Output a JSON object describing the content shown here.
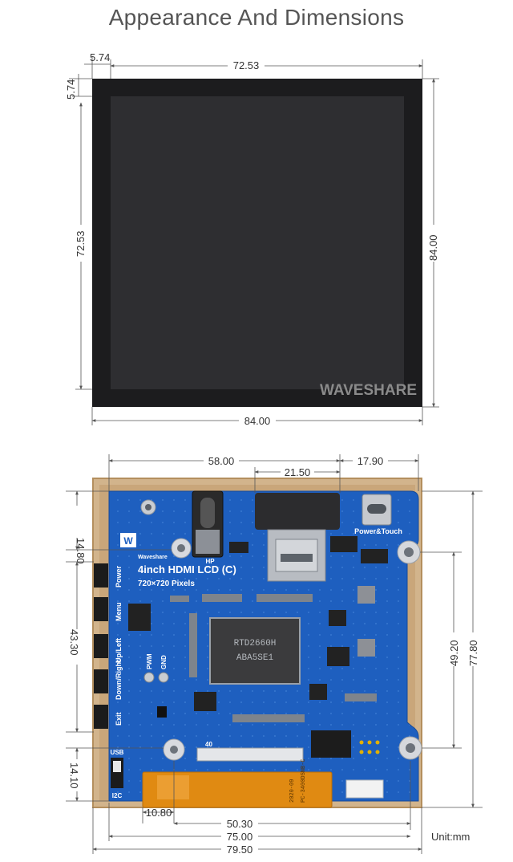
{
  "page": {
    "title": "Appearance And Dimensions",
    "unit_label": "Unit:mm"
  },
  "front": {
    "brand_watermark": "WAVESHARE",
    "dim_bezel_left": "5.74",
    "dim_bezel_top": "5.74",
    "dim_active_width": "72.53",
    "dim_active_height": "72.53",
    "dim_outer_height": "84.00",
    "dim_outer_width": "84.00"
  },
  "back": {
    "board_title": "4inch HDMI LCD (C)",
    "board_resolution": "720×720 Pixels",
    "logo_text": "Waveshare",
    "hp_label": "HP",
    "pwm_label": "PWM",
    "gnd_label": "GND",
    "power_touch_label": "Power&Touch",
    "usb_label": "USB",
    "i2c_label": "I2C",
    "fpc_pin_label": "40",
    "button_labels": [
      "Power",
      "Menu",
      "Up/Left",
      "Down/Right",
      "Exit"
    ],
    "chip_text": [
      "RTD2660H",
      "ABA5SE1"
    ],
    "fpc_text": "PC-3400DSNB-C",
    "fpc_date": "2020-09",
    "dims": {
      "hdmi_from_left": "58.00",
      "hdmi_width": "21.50",
      "hdmi_to_right": "17.90",
      "top_offset": "14.80",
      "buttons_span": "43.30",
      "bottom_offset": "14.10",
      "hole_spacing_v": "49.20",
      "board_height": "77.80",
      "fpc_offset": "10.80",
      "hole_spacing_h": "50.30",
      "board_width": "75.00",
      "overall_width": "79.50"
    }
  }
}
